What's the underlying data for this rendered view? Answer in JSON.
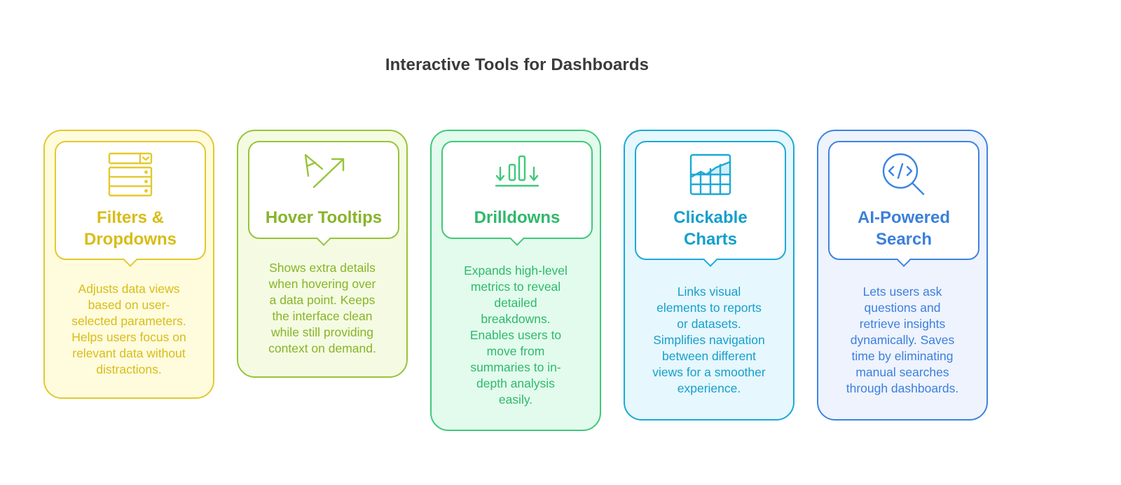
{
  "title": "Interactive Tools for Dashboards",
  "cards": [
    {
      "name": "filters",
      "title_lines": [
        "Filters &",
        "Dropdowns"
      ],
      "desc_lines": [
        "Adjusts data views",
        "based on user-",
        "selected parameters.",
        "Helps users focus on",
        "relevant data without",
        "distractions."
      ],
      "icon": "dropdown-list-icon",
      "colors": {
        "border": "#e3c92e",
        "fill": "#fffbdd",
        "text": "#d7bd18"
      }
    },
    {
      "name": "tooltips",
      "title_lines": [
        "Hover Tooltips"
      ],
      "desc_lines": [
        "Shows extra details",
        "when hovering over",
        "a data point. Keeps",
        "the interface clean",
        "while still providing",
        "context on demand."
      ],
      "icon": "cursor-arrow-icon",
      "colors": {
        "border": "#98c43a",
        "fill": "#f4fbe2",
        "text": "#88b42a"
      }
    },
    {
      "name": "drilldowns",
      "title_lines": [
        "Drilldowns"
      ],
      "desc_lines": [
        "Expands high-level",
        "metrics to reveal",
        "detailed",
        "breakdowns.",
        "Enables users to",
        "move from",
        "summaries to in-",
        "depth analysis",
        "easily."
      ],
      "icon": "bar-chart-arrows-icon",
      "colors": {
        "border": "#3fc97a",
        "fill": "#e2fbed",
        "text": "#2fb96a"
      }
    },
    {
      "name": "charts",
      "title_lines": [
        "Clickable",
        "Charts"
      ],
      "desc_lines": [
        "Links visual",
        "elements to reports",
        "or datasets.",
        "Simplifies navigation",
        "between different",
        "views for a smoother",
        "experience."
      ],
      "icon": "chart-grid-icon",
      "colors": {
        "border": "#1ca9d6",
        "fill": "#e6f7fd",
        "text": "#159fcc"
      }
    },
    {
      "name": "search",
      "title_lines": [
        "AI-Powered",
        "Search"
      ],
      "desc_lines": [
        "Lets users ask",
        "questions and",
        "retrieve insights",
        "dynamically. Saves",
        "time by eliminating",
        "manual searches",
        "through dashboards."
      ],
      "icon": "code-search-icon",
      "colors": {
        "border": "#3d84e0",
        "fill": "#eef3fe",
        "text": "#3b7fdd"
      }
    }
  ]
}
